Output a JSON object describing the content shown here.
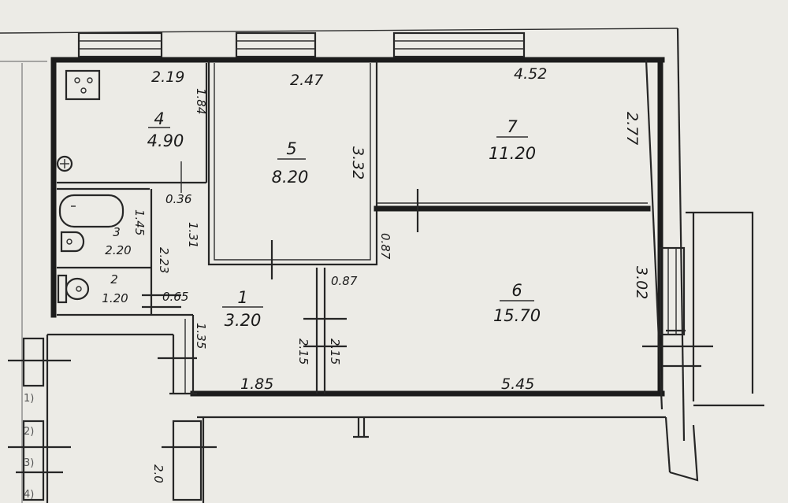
{
  "rooms": [
    {
      "number": "1",
      "area": "3.20"
    },
    {
      "number": "2",
      "area": "1.20"
    },
    {
      "number": "3",
      "area": "2.20"
    },
    {
      "number": "4",
      "area": "4.90"
    },
    {
      "number": "5",
      "area": "8.20"
    },
    {
      "number": "6",
      "area": "15.70"
    },
    {
      "number": "7",
      "area": "11.20"
    }
  ],
  "dimensions": {
    "d_219": "2.19",
    "d_247": "2.47",
    "d_452": "4.52",
    "d_184": "1.84",
    "d_332": "3.32",
    "d_277": "2.77",
    "d_036": "0.36",
    "d_145": "1.45",
    "d_131": "1.31",
    "d_223": "2.23",
    "d_087a": "0.87",
    "d_087b": "0.87",
    "d_302": "3.02",
    "d_065": "0.65",
    "d_135": "1.35",
    "d_215a": "2.15",
    "d_215b": "2.15",
    "d_185": "1.85",
    "d_545": "5.45",
    "d_200": "2.0"
  },
  "edge_marks": [
    "1)",
    "2)",
    "3)",
    "4)"
  ]
}
